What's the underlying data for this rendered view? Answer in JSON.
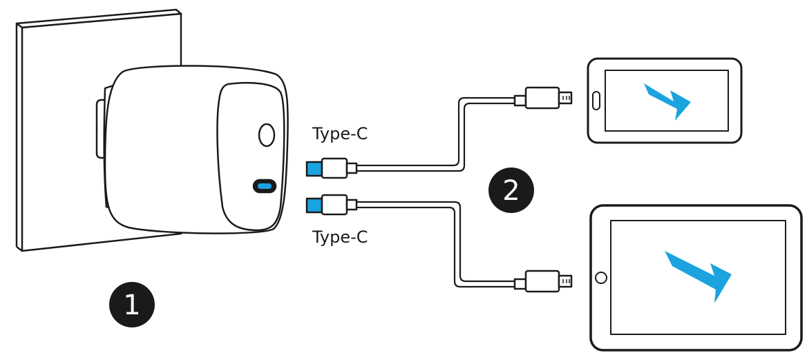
{
  "labels": {
    "port_top": "Type-C",
    "port_bottom": "Type-C"
  },
  "steps": {
    "one": "1",
    "two": "2"
  },
  "colors": {
    "line": "#1a1a1a",
    "accent": "#1ba3e0",
    "badge": "#1a1a1a",
    "background": "#ffffff"
  },
  "icons": {
    "charge": "lightning-bolt-icon",
    "plug": "usb-c-plug-icon",
    "connector": "lightning-connector-icon"
  }
}
